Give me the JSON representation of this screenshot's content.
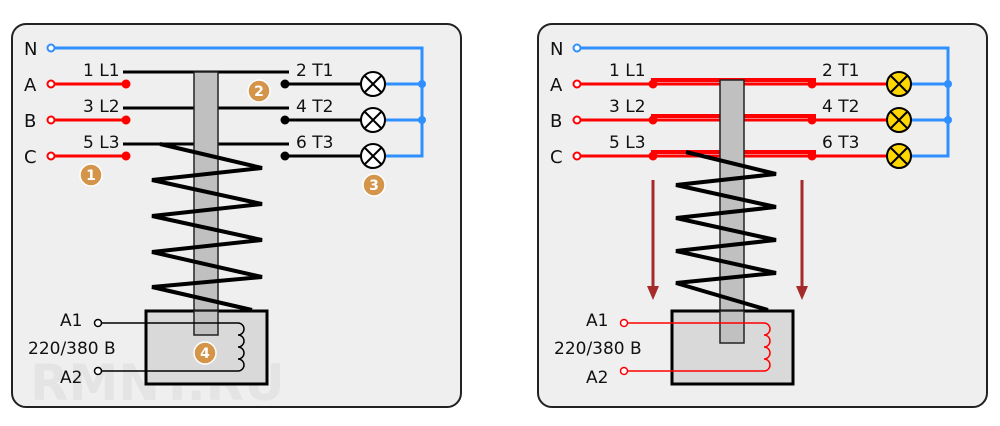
{
  "colors": {
    "phase": "#ff0000",
    "neutral": "#2f8fff",
    "wire_off": "#000000",
    "badge": "#d4944a",
    "lamp_on": "#ffd700",
    "arrow": "#a52a2a",
    "panel_bg": "#efefef",
    "coil_box": "#d9d9d9",
    "rod": "#c0c0c0"
  },
  "terminals": {
    "n": "N",
    "a": "A",
    "b": "B",
    "c": "C"
  },
  "contacts": {
    "line": [
      "1 L1",
      "3 L2",
      "5 L3"
    ],
    "load": [
      "2 T1",
      "4 T2",
      "6 T3"
    ]
  },
  "coil": {
    "a1": "A1",
    "a2": "A2",
    "voltage": "220/380 B"
  },
  "badges": [
    "1",
    "2",
    "3",
    "4"
  ],
  "watermark": "RMNT.RU",
  "panels": [
    {
      "state": "open",
      "lamps": "off"
    },
    {
      "state": "closed",
      "lamps": "on"
    }
  ]
}
